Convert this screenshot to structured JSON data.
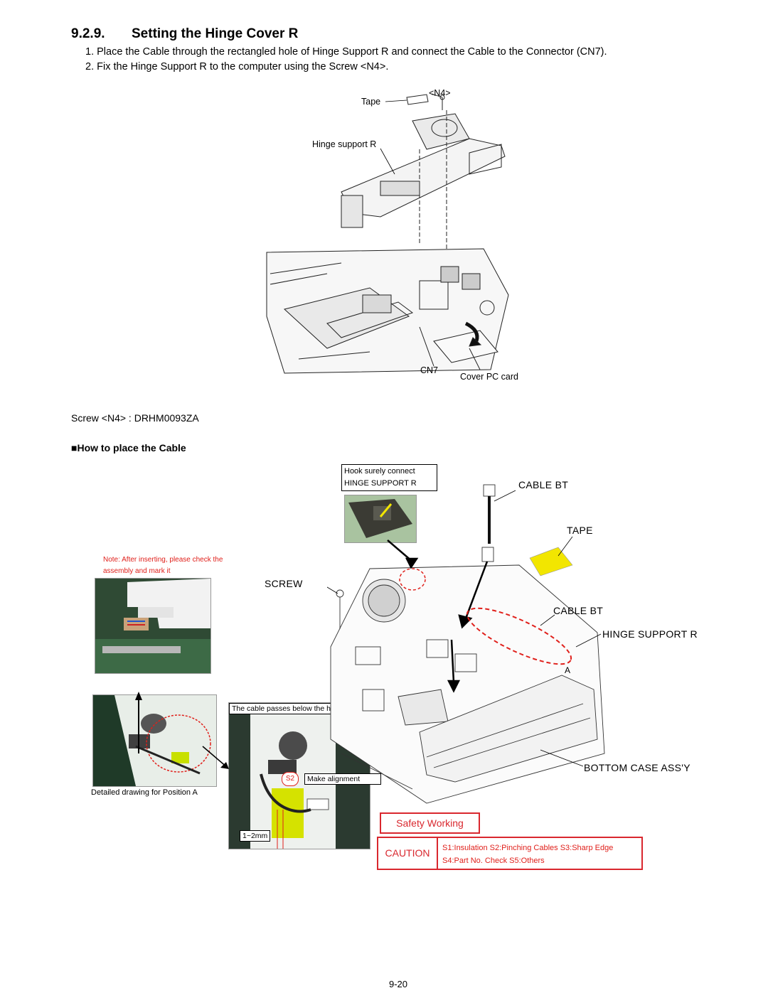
{
  "section": {
    "number": "9.2.9.",
    "title": "Setting the Hinge Cover R"
  },
  "steps": [
    "1. Place the Cable through the rectangled hole of Hinge Support R and connect the Cable to the Connector (CN7).",
    "2. Fix the Hinge Support R to the computer using the Screw <N4>."
  ],
  "figure1": {
    "labels": {
      "n4": "<N4>",
      "tape": "Tape",
      "hinge_support": "Hinge support R",
      "cn7": "CN7",
      "cover_pc_card": "Cover PC card"
    }
  },
  "screw_note": "Screw <N4> : DRHM0093ZA",
  "subheading": "How to place the Cable",
  "figure2": {
    "hook_line1": "Hook surely connect",
    "hook_line2": "HINGE SUPPORT R",
    "note_red": "Note: After inserting, please check the assembly and mark it",
    "cable_bt_top": "CABLE BT",
    "tape": "TAPE",
    "screw": "SCREW",
    "cable_bt_mid": "CABLE BT",
    "hinge_support_r": "HINGE SUPPORT R",
    "label_a": "A",
    "bottom_case": "BOTTOM CASE ASS'Y",
    "cable_passes": "The cable passes below the hook",
    "s2": "S2",
    "make_alignment": "Make alignment",
    "detailed_drawing": "Detailed drawing for Position A",
    "dimension": "1~2mm"
  },
  "safety": {
    "title": "Safety Working",
    "caution": "CAUTION",
    "line1": "S1:Insulation  S2:Pinching Cables  S3:Sharp Edge",
    "line2": "S4:Part No. Check  S5:Others",
    "color": "#d9272e"
  },
  "page_number": "9-20"
}
